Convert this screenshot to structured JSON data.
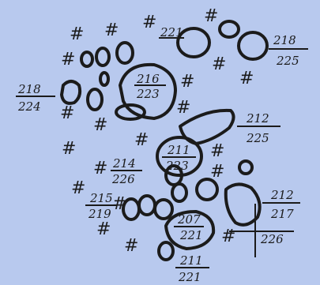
{
  "labels": {
    "a": {
      "top": "221",
      "bottom": ""
    },
    "b": {
      "top": "218",
      "bottom": "225"
    },
    "c": {
      "top": "218",
      "bottom": "224"
    },
    "d": {
      "top": "216",
      "bottom": "223"
    },
    "e": {
      "top": "212",
      "bottom": "225"
    },
    "f": {
      "top": "211",
      "bottom": "223"
    },
    "g": {
      "top": "214",
      "bottom": "226"
    },
    "h": {
      "top": "215",
      "bottom": "219"
    },
    "i": {
      "top": "212",
      "bottom": "217"
    },
    "j": {
      "top": "207",
      "bottom": "221"
    },
    "k": {
      "top": "",
      "bottom": "226"
    },
    "l": {
      "top": "211",
      "bottom": "221"
    }
  },
  "hash_symbol": "#",
  "colors": {
    "background": "#b8c9ee",
    "ink": "#1b1b1b"
  }
}
